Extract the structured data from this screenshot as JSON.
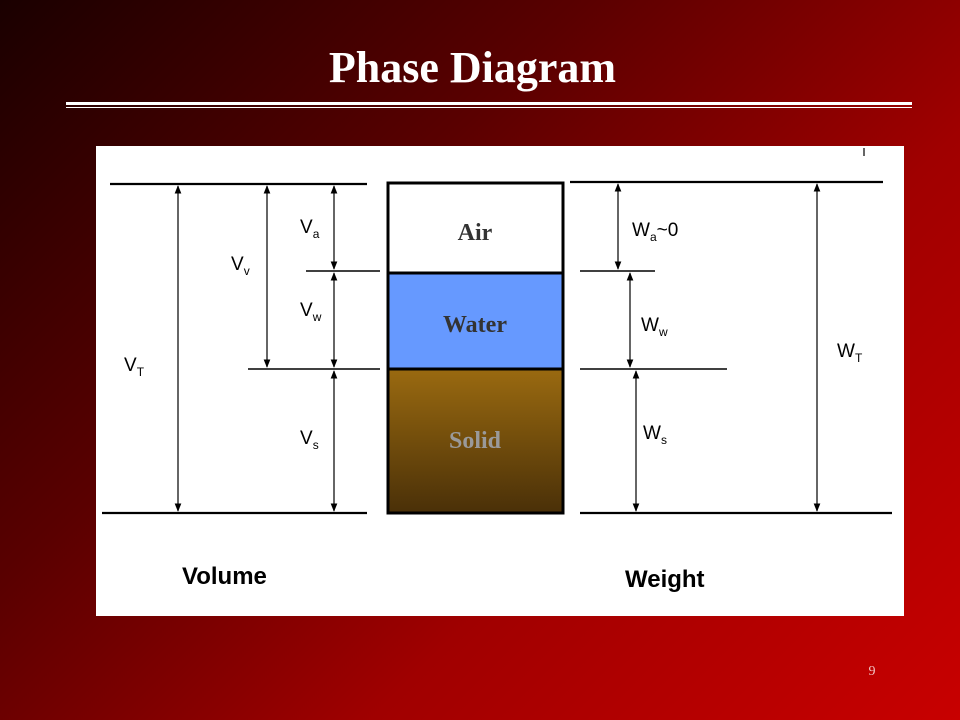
{
  "slide": {
    "title": "Phase Diagram",
    "page_number": "9"
  },
  "diagram": {
    "phases": [
      {
        "label": "Air",
        "color": "#ffffff"
      },
      {
        "label": "Water",
        "color": "#6699ff"
      },
      {
        "label": "Solid",
        "color_top": "#9a6a10",
        "color_bottom": "#4a3008"
      }
    ],
    "volume": {
      "heading": "Volume",
      "labels": {
        "vt": {
          "main": "V",
          "sub": "T"
        },
        "vv": {
          "main": "V",
          "sub": "v"
        },
        "va": {
          "main": "V",
          "sub": "a"
        },
        "vw": {
          "main": "V",
          "sub": "w"
        },
        "vs": {
          "main": "V",
          "sub": "s"
        }
      }
    },
    "weight": {
      "heading": "Weight",
      "labels": {
        "wa": {
          "main": "W",
          "sub": "a",
          "suffix": "~0"
        },
        "ww": {
          "main": "W",
          "sub": "w"
        },
        "ws": {
          "main": "W",
          "sub": "s"
        },
        "wt": {
          "main": "W",
          "sub": "T"
        }
      }
    }
  }
}
